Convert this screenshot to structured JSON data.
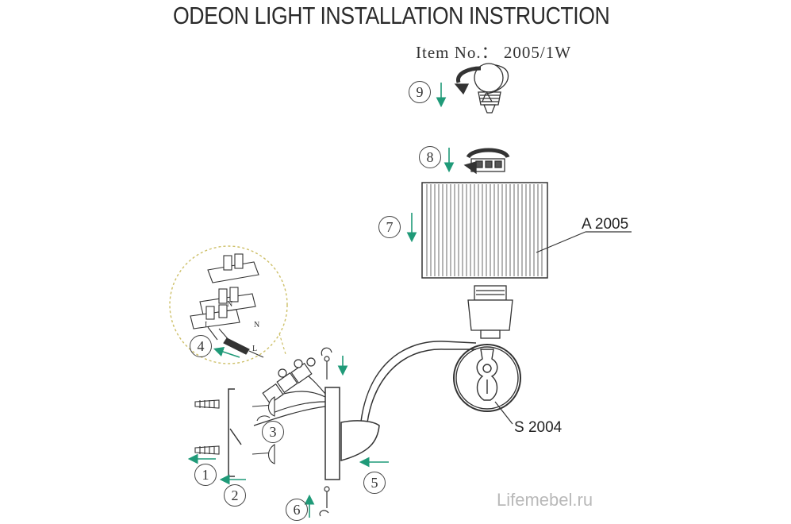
{
  "header": {
    "title": "ODEON LIGHT INSTALLATION INSTRUCTION",
    "item_no": "Item No.： 2005/1W"
  },
  "parts": {
    "shade_label": "A 2005",
    "lamp_label": "S 2004"
  },
  "steps": [
    "1",
    "2",
    "3",
    "4",
    "5",
    "6",
    "7",
    "8",
    "9"
  ],
  "wiring": {
    "letters": [
      "N",
      "L",
      "L",
      "N"
    ]
  },
  "watermark": "Lifemebel.ru",
  "colors": {
    "arrow_accent": "#1f9a78",
    "line": "#333333"
  }
}
